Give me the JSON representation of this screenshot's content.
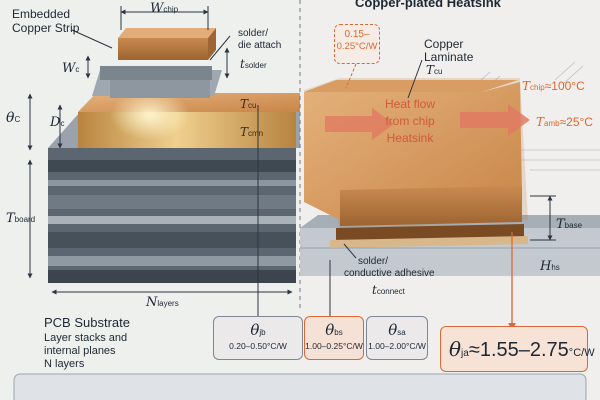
{
  "header": {
    "right_title": "Copper-plated Heatsink"
  },
  "left": {
    "embedded_strip_label_1": "Embedded",
    "embedded_strip_label_2": "Copper Strip",
    "w_chip": {
      "sym": "W",
      "sub": "chip"
    },
    "w_c": {
      "sym": "W",
      "sub": "c"
    },
    "solder_label_1": "solder/",
    "solder_label_2": "die attach",
    "t_solder": {
      "sym": "t",
      "sub": "solder"
    },
    "theta_c": {
      "sym": "θ",
      "sub": "C"
    },
    "d_c": {
      "sym": "D",
      "sub": "c"
    },
    "t_cu": {
      "sym": "T",
      "sub": "cu"
    },
    "t_cmn": {
      "sym": "T",
      "sub": "cmn"
    },
    "t_board": {
      "sym": "T",
      "sub": "board"
    },
    "n_layers": {
      "sym": "N",
      "sub": "layers"
    },
    "substrate_title": "PCB Substrate",
    "substrate_desc": [
      "Layer stacks and",
      "internal planes",
      "N layers"
    ]
  },
  "right": {
    "theta_cu_box_1": "0.15–",
    "theta_cu_box_2": "0.25°C/W",
    "laminate_1": "Copper",
    "laminate_2": "Laminate",
    "laminate_sym": {
      "sym": "T",
      "sub": "cu"
    },
    "heat_flow": [
      "Heat flow",
      "from chip",
      "Heatsink"
    ],
    "t_chip": {
      "sym": "T",
      "sub": "chip",
      "value": "≈100°C"
    },
    "t_amb": {
      "sym": "T",
      "sub": "amb",
      "value": "≈25°C"
    },
    "t_base": {
      "sym": "T",
      "sub": "base"
    },
    "h_hs": {
      "sym": "H",
      "sub": "hs"
    },
    "adhesive_1": "solder/",
    "adhesive_2": "conductive adhesive",
    "t_connect": {
      "sym": "t",
      "sub": "connect"
    }
  },
  "callouts": {
    "jb": {
      "sym": "θ",
      "sub": "jb",
      "range": "0.20–0.50°C/W"
    },
    "bs": {
      "sym": "θ",
      "sub": "bs",
      "range": "1.00–0.25°C/W"
    },
    "sa": {
      "sym": "θ",
      "sub": "sa",
      "range": "1.00–2.00°C/W"
    },
    "ja": {
      "sym": "θ",
      "sub": "ja",
      "value": "≈1.55–2.75",
      "unit": "°C/W"
    }
  },
  "colors": {
    "copper": "#c9894f",
    "copper_dark": "#8a5527",
    "heat_arrow": "#e07a62",
    "accent_orange": "#e0672e",
    "board_dark": "#4d5863",
    "board_mid": "#7c8791"
  }
}
